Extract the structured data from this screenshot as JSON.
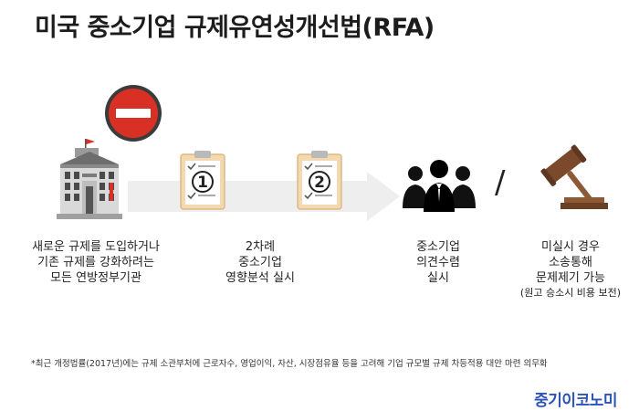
{
  "title": "미국 중소기업 규제유연성개선법(RFA)",
  "steps": [
    {
      "lines": [
        "새로운 규제를 도입하거나",
        "기존 규제를 강화하려는",
        "모든 연방정부기관"
      ]
    },
    {
      "number": "1"
    },
    {
      "lines": [
        "2차례",
        "중소기업",
        "영향분석 실시"
      ]
    },
    {
      "number": "2"
    },
    {
      "lines": [
        "중소기업",
        "의견수렴",
        "실시"
      ]
    },
    {
      "lines": [
        "미실시 경우",
        "소송통해",
        "문제제기 가능"
      ],
      "note": "(원고 승소시 비용 보전)"
    }
  ],
  "separator": "/",
  "footnote": "*최근 개정법률(2017년)에는  규제 소관부처에  근로자수,  영업이익,  자산,  시장점유율  등을 고려해  기업  규모별  규제  차등적용  대안  마련  의무화",
  "logo": "중기이코노미",
  "colors": {
    "accent": "#2d54b8",
    "stop": "#d93025",
    "clipboard": "#f3d9b1",
    "arrow": "#eeeeee",
    "gavel": "#7b4a2c"
  }
}
